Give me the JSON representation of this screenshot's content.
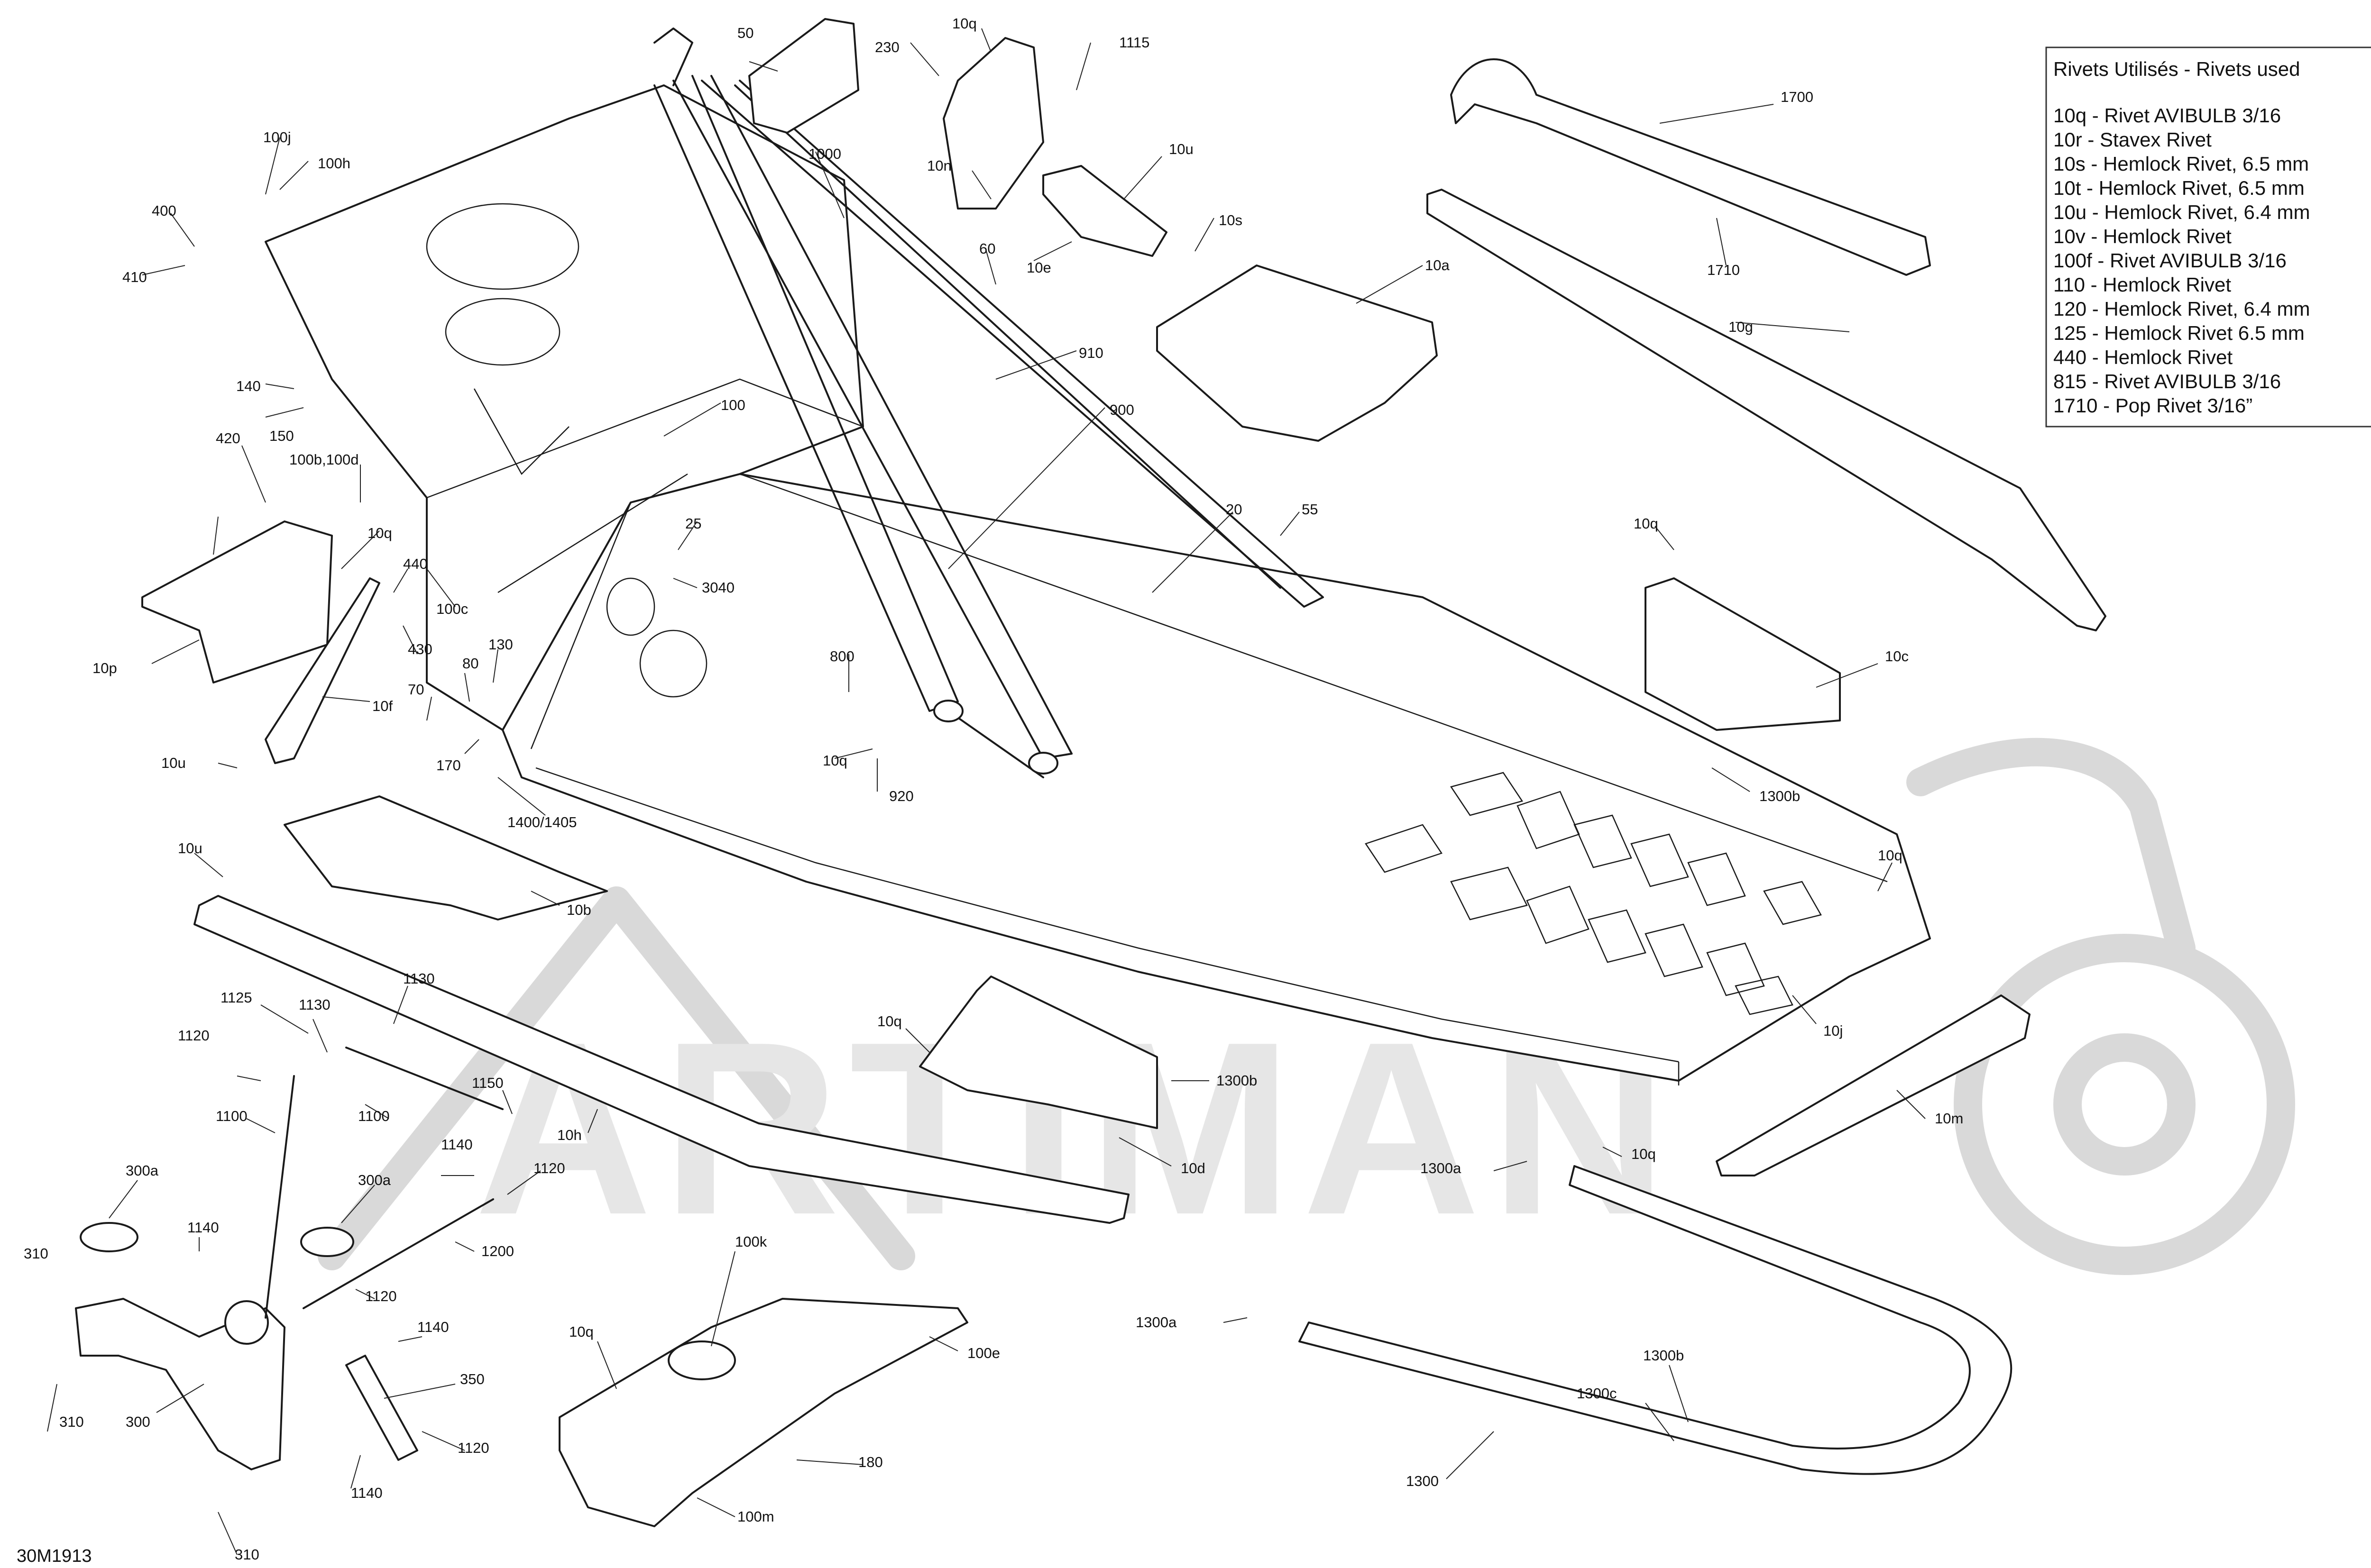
{
  "legend": {
    "title": "Rivets Utilisés - Rivets used",
    "items": [
      "10q - Rivet AVIBULB 3/16",
      "10r - Stavex Rivet",
      "10s - Hemlock Rivet, 6.5 mm",
      "10t - Hemlock Rivet, 6.5 mm",
      "10u - Hemlock Rivet, 6.4 mm",
      "10v - Hemlock Rivet",
      "100f - Rivet AVIBULB 3/16",
      "110 - Hemlock Rivet",
      "120 - Hemlock Rivet, 6.4 mm",
      "125 - Hemlock Rivet 6.5 mm",
      "440 - Hemlock Rivet",
      "815 - Rivet AVIBULB 3/16",
      "1710 - Pop Rivet 3/16”"
    ]
  },
  "reference_code": "30M1913",
  "part_labels": [
    "50",
    "10q",
    "1115",
    "230",
    "1700",
    "100j",
    "100h",
    "10n",
    "10u",
    "1000",
    "400",
    "10s",
    "410",
    "10e",
    "60",
    "10a",
    "1710",
    "10g",
    "910",
    "140",
    "900",
    "150",
    "100",
    "420",
    "100b,100d",
    "20",
    "55",
    "10q",
    "25",
    "10q",
    "440",
    "3040",
    "10p",
    "100c",
    "430",
    "130",
    "800",
    "10c",
    "80",
    "70",
    "10f",
    "170",
    "10q",
    "10u",
    "920",
    "1300b",
    "1400/1405",
    "10q",
    "10u",
    "10b",
    "1125",
    "1130",
    "1130",
    "10q",
    "1300b",
    "1120",
    "1150",
    "10j",
    "1100",
    "1100",
    "10h",
    "10m",
    "10d",
    "1140",
    "300a",
    "300a",
    "1120",
    "1300a",
    "10q",
    "1140",
    "1200",
    "310",
    "100k",
    "1120",
    "1300a",
    "10q",
    "100e",
    "1140",
    "1300b",
    "350",
    "1300c",
    "310",
    "300",
    "1120",
    "180",
    "1140",
    "1300",
    "100m",
    "310"
  ],
  "watermark": "ARTIMAN",
  "colors": {
    "line": "#1a1a1a",
    "watermark": "#d9d9d9",
    "background": "#ffffff"
  }
}
